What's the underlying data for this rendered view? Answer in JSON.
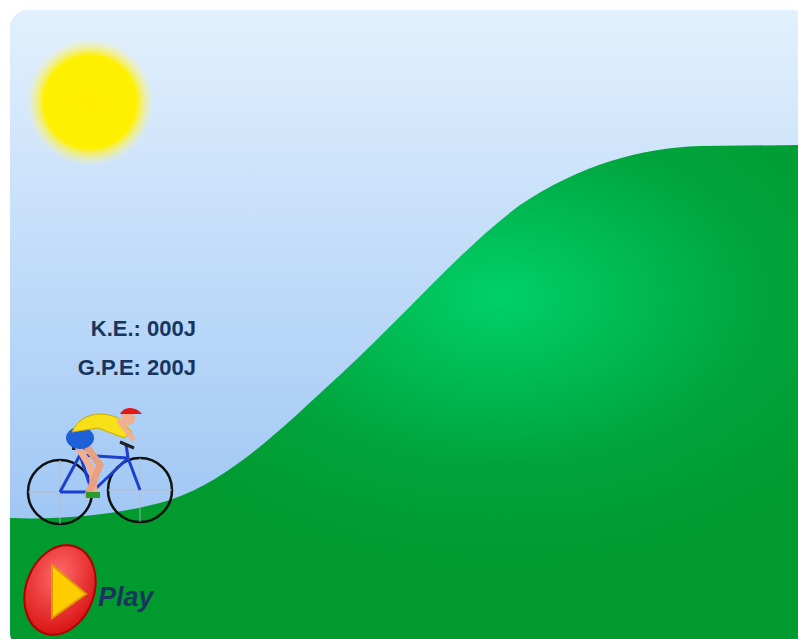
{
  "diagram": {
    "labels": [
      "K.E.: 000J",
      "G.P.E: 200J",
      "Play"
    ]
  }
}
